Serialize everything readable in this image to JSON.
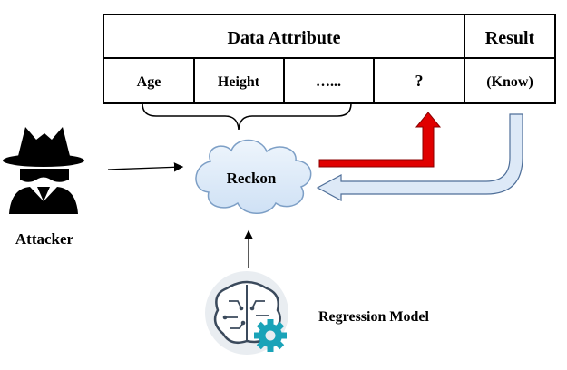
{
  "table": {
    "header_attribute": "Data Attribute",
    "header_result": "Result",
    "cells": [
      "Age",
      "Height",
      "…...",
      "?"
    ],
    "result_cell": "(Know)"
  },
  "attacker": {
    "label": "Attacker",
    "icon": "spy-icon"
  },
  "reckon": {
    "label": "Reckon"
  },
  "model": {
    "label": "Regression Model",
    "icon": "brain-gear-icon"
  },
  "colors": {
    "red_arrow": "#e00000",
    "blue_arrow": "#dde9f7",
    "cloud": "#dbe9f8",
    "cloud_stroke": "#7d9fc6",
    "gear": "#1aa3b8"
  }
}
